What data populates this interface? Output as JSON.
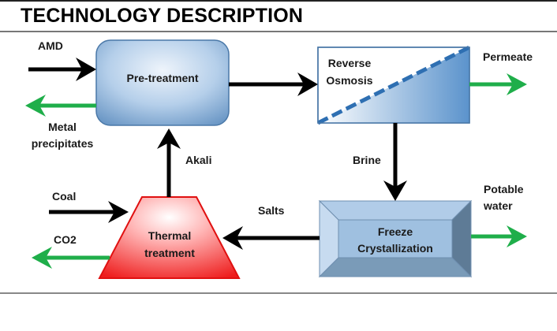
{
  "title": "TECHNOLOGY DESCRIPTION",
  "colors": {
    "flow_arrow": "#000000",
    "output_arrow": "#1fae4a",
    "pretreatment_fill": "#8fb5dc",
    "pretreatment_border": "#4a78a8",
    "ro_fill": "#5b93cc",
    "ro_dash": "#2e6fb2",
    "thermal_fill": "#ee1c1c",
    "thermal_border": "#e01010",
    "freeze_fill": "#9fc0e0",
    "freeze_dark": "#5e7b96"
  },
  "nodes": {
    "pretreatment": "Pre-treatment",
    "reverse_osmosis": [
      "Reverse",
      "Osmosis"
    ],
    "freeze_crystallization": [
      "Freeze",
      "Crystallization"
    ],
    "thermal_treatment": [
      "Thermal",
      "treatment"
    ]
  },
  "labels": {
    "amd": "AMD",
    "metal_precipitates": [
      "Metal",
      "precipitates"
    ],
    "permeate": "Permeate",
    "brine": "Brine",
    "potable_water": [
      "Potable",
      "water"
    ],
    "salts": "Salts",
    "akali": "Akali",
    "coal": "Coal",
    "co2": "CO2"
  }
}
